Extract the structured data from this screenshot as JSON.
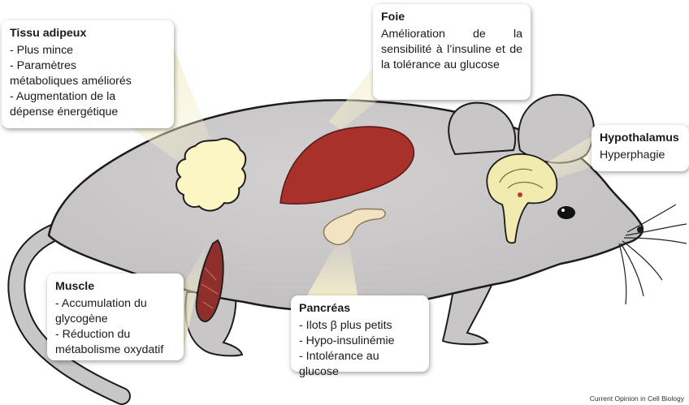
{
  "figure": {
    "organs": [
      {
        "name": "Tissu adipeux"
      },
      {
        "name": "Foie"
      },
      {
        "name": "Hypothalamus"
      },
      {
        "name": "Muscle"
      },
      {
        "name": "Pancréas"
      }
    ]
  },
  "tissu_adipeux": {
    "title": "Tissu adipeux",
    "lines": [
      "- Plus mince",
      "- Paramètres",
      "métaboliques améliorés",
      "- Augmentation de la",
      "dépense énergétique"
    ]
  },
  "foie": {
    "title": "Foie",
    "text": "Amélioration de la sensibilité à l’insuline et de la tolérance au glucose"
  },
  "hypothalamus": {
    "title": "Hypothalamus",
    "lines": [
      "Hyperphagie"
    ]
  },
  "muscle": {
    "title": "Muscle",
    "lines": [
      "- Accumulation du",
      "glycogène",
      "- Réduction du",
      "métabolisme oxydatif"
    ]
  },
  "pancreas": {
    "title": "Pancréas",
    "lines": [
      "- Ilots β plus petits",
      "- Hypo-insulinémie",
      "- Intolérance au glucose"
    ]
  },
  "credit": "Current Opinion in Cell Biology",
  "colors": {
    "mouse_body": "#c9c6c7",
    "outline": "#1c1c1c",
    "adipose": "#fbf6c4",
    "liver": "#a8312b",
    "pancreas": "#f2e4c2",
    "muscle": "#8e2f2b",
    "brain": "#f1ebb0",
    "highlight_beam": "#f3eeca"
  }
}
